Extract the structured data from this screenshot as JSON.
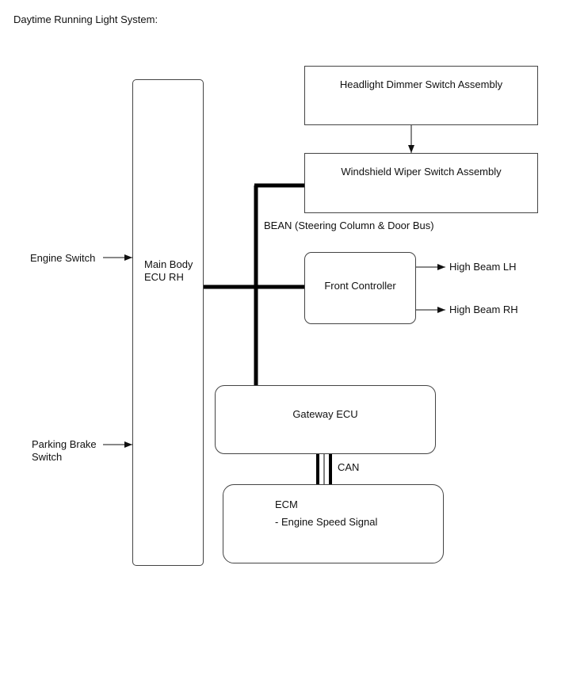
{
  "title": "Daytime Running Light System:",
  "nodes": {
    "main_body_ecu": {
      "line1": "Main Body",
      "line2": "ECU RH"
    },
    "headlight_dimmer": {
      "label": "Headlight Dimmer Switch Assembly"
    },
    "windshield_wiper": {
      "label": "Windshield Wiper Switch Assembly"
    },
    "front_controller": {
      "label": "Front Controller"
    },
    "gateway_ecu": {
      "label": "Gateway ECU"
    },
    "ecm": {
      "line1": "ECM",
      "line2": "- Engine Speed Signal"
    }
  },
  "inputs": {
    "engine_switch": "Engine Switch",
    "parking_brake_line1": "Parking Brake",
    "parking_brake_line2": "Switch"
  },
  "outputs": {
    "high_beam_lh": "High Beam LH",
    "high_beam_rh": "High Beam RH"
  },
  "buses": {
    "bean": "BEAN (Steering Column & Door Bus)",
    "can": "CAN"
  }
}
